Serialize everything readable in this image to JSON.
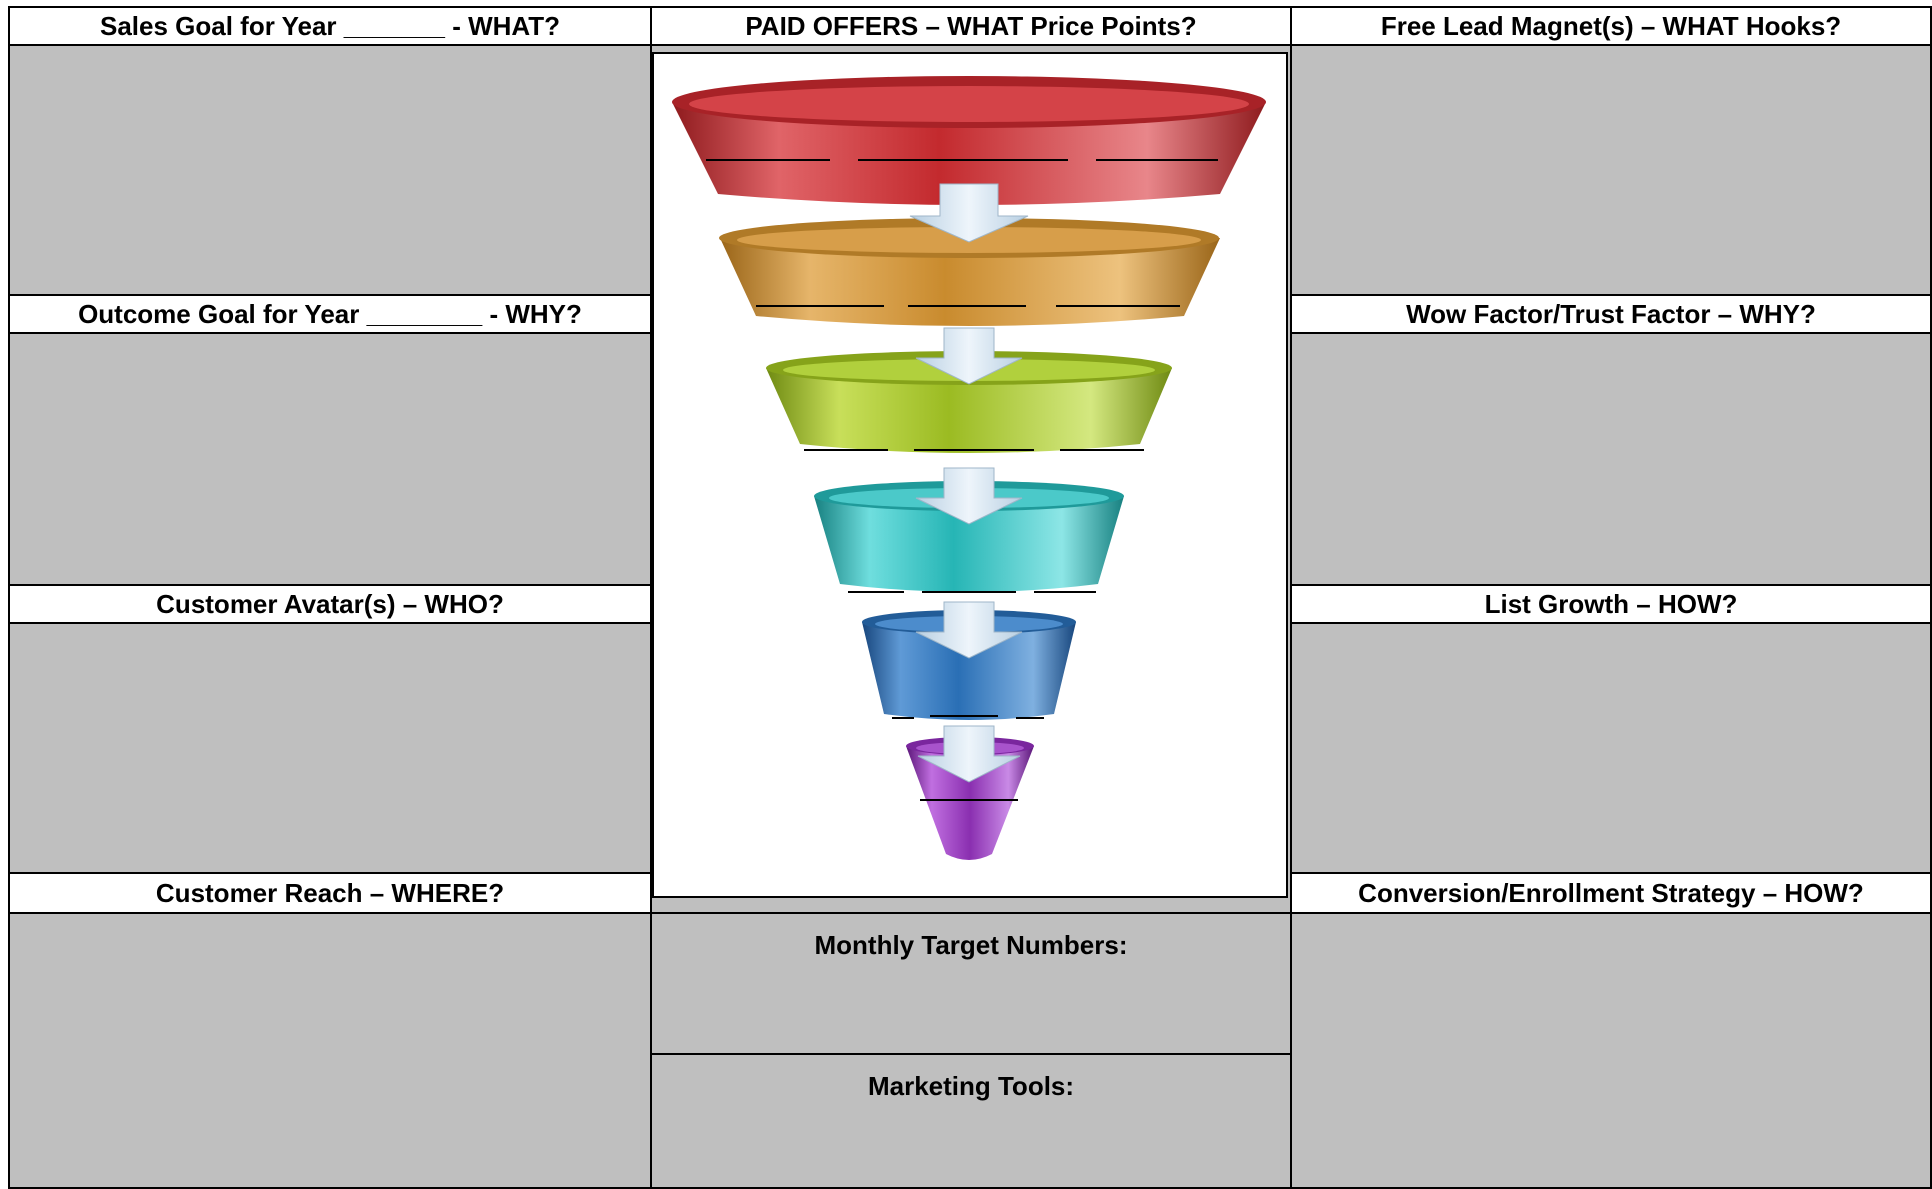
{
  "left": {
    "sales_goal": "Sales Goal for Year _______  - WHAT?",
    "outcome_goal": "Outcome Goal for Year ________ - WHY?",
    "customer_avatar": "Customer Avatar(s) – WHO?",
    "customer_reach": "Customer Reach – WHERE?"
  },
  "center": {
    "paid_offers": "PAID OFFERS – WHAT Price Points?",
    "monthly_targets": "Monthly Target Numbers:",
    "marketing_tools": "Marketing Tools:"
  },
  "right": {
    "lead_magnet": "Free Lead Magnet(s) – WHAT Hooks?",
    "wow_factor": "Wow Factor/Trust Factor – WHY?",
    "list_growth": "List Growth – HOW?",
    "conversion": "Conversion/Enrollment Strategy – HOW?"
  },
  "funnel": {
    "tier_colors": [
      "#c32a2e",
      "#c98b2e",
      "#9bbb22",
      "#26b5b5",
      "#2a6fb5",
      "#8a2fb0"
    ],
    "arrow_color": "#cfe0ee"
  }
}
